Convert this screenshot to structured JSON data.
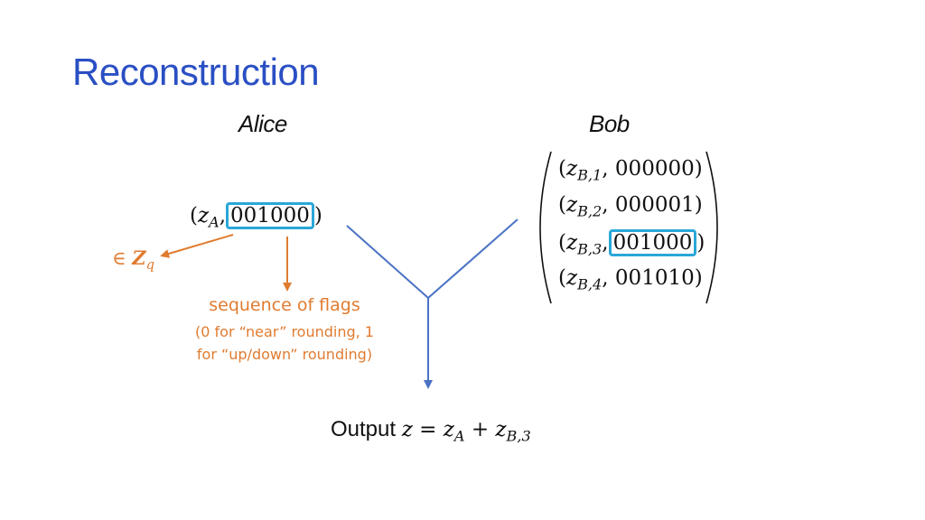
{
  "title": "Reconstruction",
  "alice": {
    "label": "Alice",
    "value": {
      "var": "z",
      "sub": "A",
      "flags": "001000"
    }
  },
  "bob": {
    "label": "Bob",
    "rows": [
      {
        "var": "z",
        "sub": "B,1",
        "flags": "000000",
        "highlighted": false
      },
      {
        "var": "z",
        "sub": "B,2",
        "flags": "000001",
        "highlighted": false
      },
      {
        "var": "z",
        "sub": "B,3",
        "flags": "001000",
        "highlighted": true
      },
      {
        "var": "z",
        "sub": "B,4",
        "flags": "001010",
        "highlighted": false
      }
    ]
  },
  "membership": {
    "symbol": "∈",
    "set": "Z",
    "sub": "q"
  },
  "flags_note": {
    "heading": "sequence of flags",
    "line1": "(0 for “near” rounding, 1",
    "line2": "for “up/down” rounding)"
  },
  "output": {
    "label": "Output",
    "lhs": "z",
    "eq": "=",
    "t1": "z",
    "t1_sub": "A",
    "plus": "+",
    "t2": "z",
    "t2_sub": "B,3"
  },
  "colors": {
    "title": "#2a4fc4",
    "highlight": "#29a7d8",
    "annotation": "#e07b2f",
    "arrows": "#4a72c4"
  }
}
